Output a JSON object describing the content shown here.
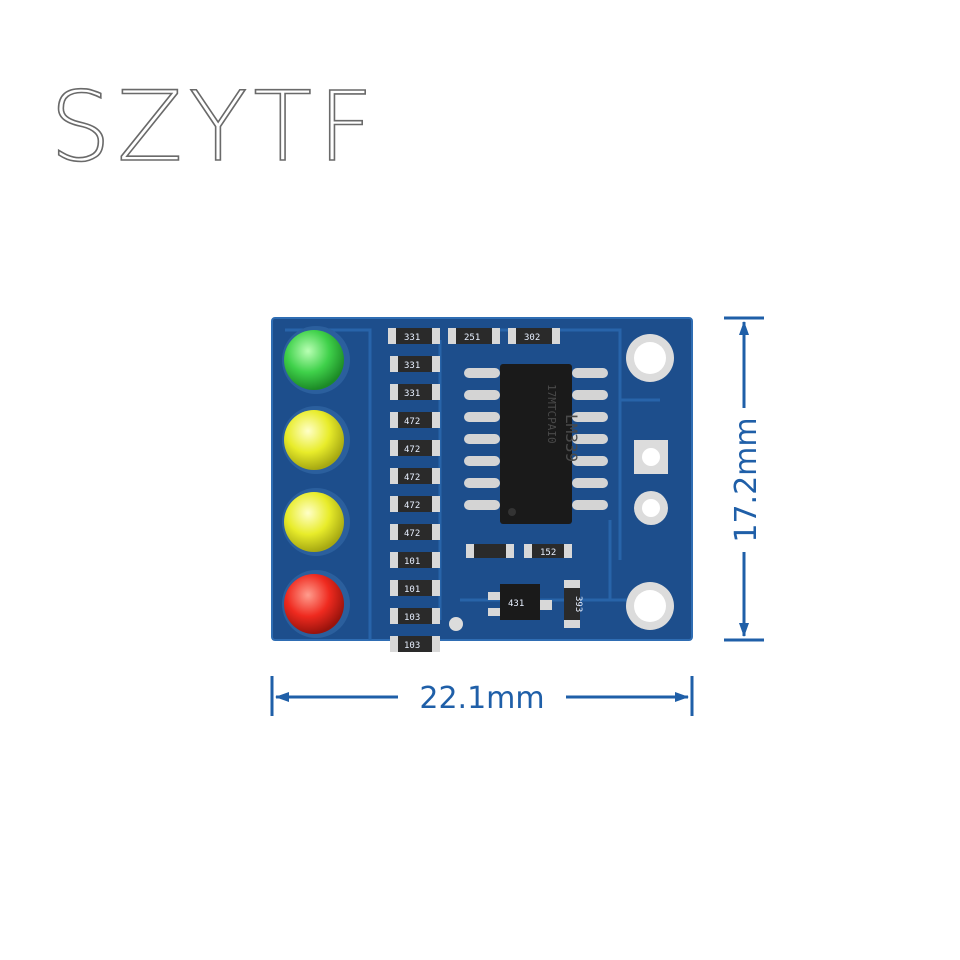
{
  "watermark": {
    "text": "SZYTF"
  },
  "dimensions": {
    "width_label": "22.1mm",
    "height_label": "17.2mm"
  },
  "board": {
    "chip": {
      "line1": "17MTCPAI0",
      "line2": "LM339"
    },
    "silkscreen": {
      "r1": "331",
      "r2": "251",
      "r3": "302",
      "r4": "331",
      "r5": "472",
      "r6": "472",
      "r7": "472",
      "r8": "472",
      "r9": "472",
      "r10": "101",
      "r11": "103",
      "r12": "103",
      "r13": "152",
      "r14": "393",
      "r15": "431"
    },
    "leds": [
      {
        "color": "green",
        "fill": "#3fd14a"
      },
      {
        "color": "yellow",
        "fill": "#e8ec2a"
      },
      {
        "color": "yellow",
        "fill": "#e5ef3c"
      },
      {
        "color": "red",
        "fill": "#ef2a1f"
      }
    ]
  },
  "colors": {
    "pcb": "#1d4e8c",
    "dimension": "#1f5fa8",
    "pad": "#dcdcdc"
  }
}
